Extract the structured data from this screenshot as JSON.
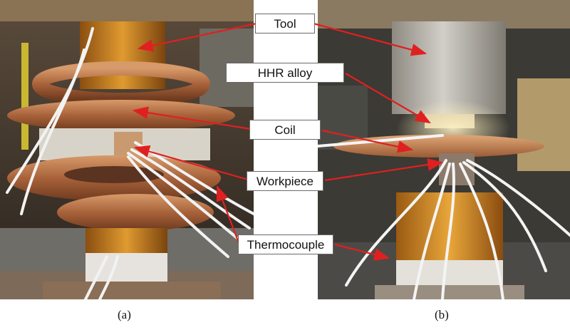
{
  "figure": {
    "callouts": {
      "tool": "Tool",
      "hhr_alloy": "HHR alloy",
      "coil": "Coil",
      "workpiece": "Workpiece",
      "thermocouple": "Thermocouple"
    },
    "captions": {
      "a": "(a)",
      "b": "(b)"
    },
    "colors": {
      "arrow": "#e02020",
      "copper": "#b87345",
      "kapton": "#d4891c",
      "steel": "#b7b3ab"
    }
  }
}
